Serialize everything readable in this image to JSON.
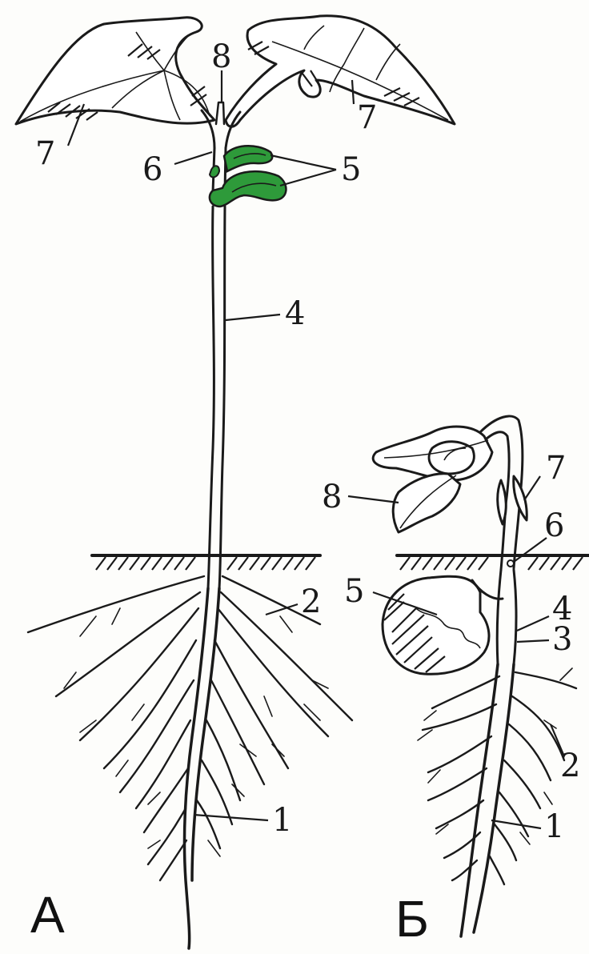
{
  "colors": {
    "ink": "#1a1a1a",
    "cotyledon_green": "#2e9a3a",
    "background": "#fdfdfb"
  },
  "figures": {
    "a": {
      "title": "А"
    },
    "b": {
      "title": "Б"
    }
  },
  "labels": {
    "a": {
      "l8": "8",
      "l7_left": "7",
      "l7_right": "7",
      "l6": "6",
      "l5": "5",
      "l4": "4",
      "l2": "2",
      "l1": "1"
    },
    "b": {
      "l8": "8",
      "l7": "7",
      "l6": "6",
      "l5": "5",
      "l4": "4",
      "l3": "3",
      "l2": "2",
      "l1": "1"
    }
  }
}
